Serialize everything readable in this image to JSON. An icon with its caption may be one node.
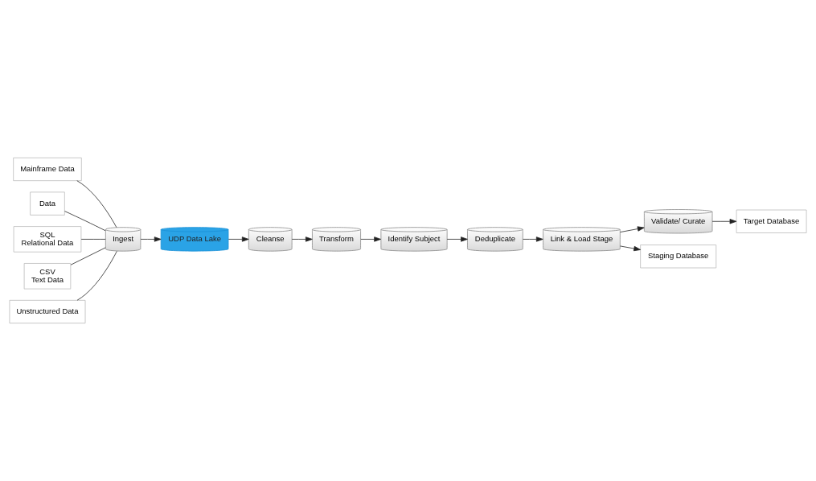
{
  "diagram": {
    "nodes": [
      {
        "text": [
          "Mainframe Data"
        ]
      },
      {
        "text": [
          "Data"
        ]
      },
      {
        "text": [
          "SQL",
          "Relational Data"
        ]
      },
      {
        "text": [
          "CSV",
          "Text Data"
        ]
      },
      {
        "text": [
          "Unstructured Data"
        ]
      },
      {
        "text": [
          "Ingest"
        ]
      },
      {
        "text": [
          "UDP Data Lake"
        ]
      },
      {
        "text": [
          "Cleanse"
        ]
      },
      {
        "text": [
          "Transform"
        ]
      },
      {
        "text": [
          "Identify Subject"
        ]
      },
      {
        "text": [
          "Deduplicate"
        ]
      },
      {
        "text": [
          "Link & Load Stage"
        ]
      },
      {
        "text": [
          "Validate/ Curate"
        ]
      },
      {
        "text": [
          "Target Database"
        ]
      },
      {
        "text": [
          "Staging Database"
        ]
      }
    ],
    "edges": [
      {
        "from": 0,
        "to": 5,
        "arrow": "none"
      },
      {
        "from": 1,
        "to": 5,
        "arrow": "none"
      },
      {
        "from": 2,
        "to": 5,
        "arrow": "none"
      },
      {
        "from": 3,
        "to": 5,
        "arrow": "none"
      },
      {
        "from": 4,
        "to": 5,
        "arrow": "none"
      },
      {
        "from": 5,
        "to": 6,
        "arrow": "to"
      },
      {
        "from": 6,
        "to": 7,
        "arrow": "to"
      },
      {
        "from": 7,
        "to": 8,
        "arrow": "to"
      },
      {
        "from": 8,
        "to": 9,
        "arrow": "to"
      },
      {
        "from": 9,
        "to": 10,
        "arrow": "to"
      },
      {
        "from": 10,
        "to": 11,
        "arrow": "to"
      },
      {
        "from": 11,
        "to": 12,
        "arrow": "to"
      },
      {
        "from": 12,
        "to": 13,
        "arrow": "to"
      },
      {
        "from": 11,
        "to": 14,
        "arrow": "to"
      }
    ]
  }
}
